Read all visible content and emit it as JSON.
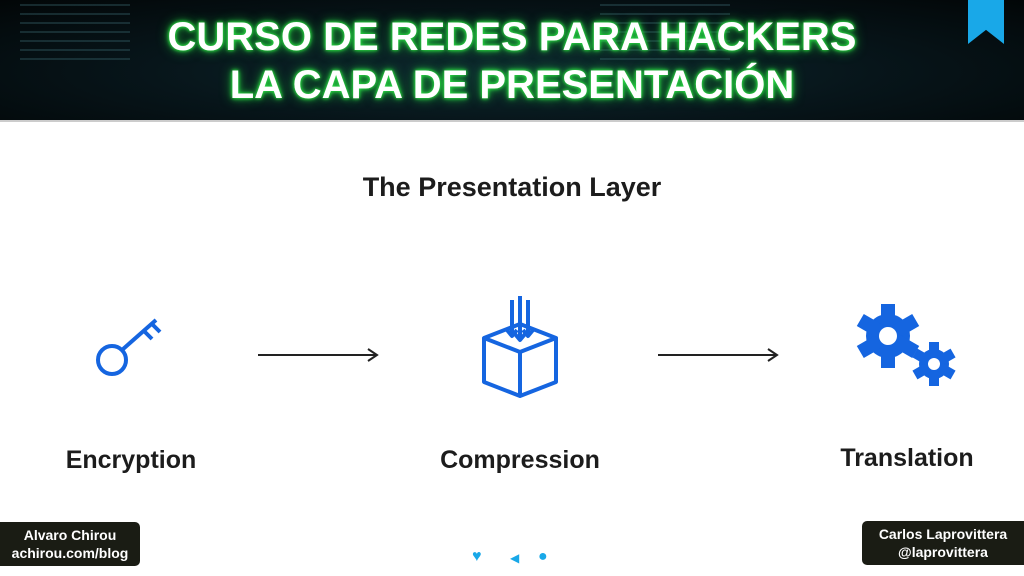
{
  "banner": {
    "line1": "CURSO DE REDES PARA HACKERS",
    "line2": "LA CAPA DE PRESENTACIÓN"
  },
  "slide": {
    "heading": "The Presentation Layer",
    "steps": [
      {
        "label": "Encryption",
        "icon": "key-icon"
      },
      {
        "label": "Compression",
        "icon": "compressed-box-icon"
      },
      {
        "label": "Translation",
        "icon": "gears-icon"
      }
    ],
    "accent": "#1565e0"
  },
  "credits": {
    "left": {
      "name": "Alvaro Chirou",
      "link": "achirou.com/blog"
    },
    "right": {
      "name": "Carlos Laprovittera",
      "handle": "@laprovittera"
    }
  }
}
